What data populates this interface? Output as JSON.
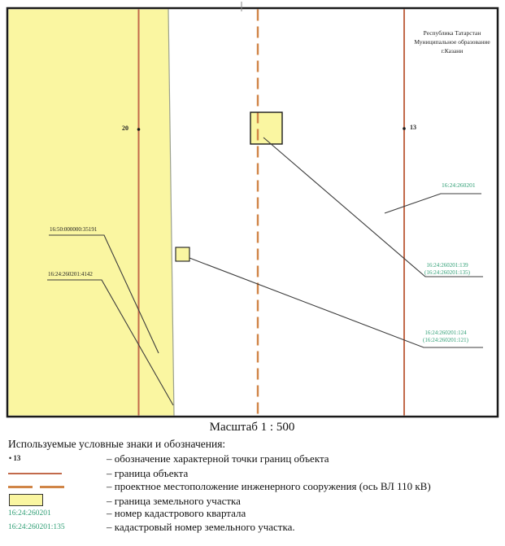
{
  "map": {
    "header": {
      "line1": "Республика Татарстан",
      "line2": "Муниципальное образование",
      "line3": "г.Казани"
    },
    "points": {
      "left_label": "20",
      "right_label": "13"
    },
    "labels": {
      "black_parcel_1": "16:50:000000:35191",
      "black_parcel_2": "16:24:260201:4142",
      "quarter_number": "16:24:260201",
      "green_parcel_1_line1": "16:24:260201:139",
      "green_parcel_1_line2": "(16:24:260201:135)",
      "green_parcel_2_line1": "16:24:260201:124",
      "green_parcel_2_line2": "(16:24:260201:121)"
    }
  },
  "scale": {
    "text": "Масштаб 1 : 500"
  },
  "legend": {
    "heading": "Используемые условные знаки и обозначения:",
    "rows": [
      {
        "symbol": "• 13",
        "symbol_type": "point-number",
        "text": "– обозначение характерной точки границ объекта"
      },
      {
        "symbol": "",
        "symbol_type": "solid-orange-line",
        "text": "– граница объекта"
      },
      {
        "symbol": "",
        "symbol_type": "dashed-orange-line",
        "text": "– проектное местоположение инженерного сооружения (ось ВЛ 110 кВ)"
      },
      {
        "symbol": "",
        "symbol_type": "yellow-parcel-swatch",
        "text": "– граница земельного участка"
      },
      {
        "symbol": "16:24:260201",
        "symbol_type": "green-number",
        "text": "– номер кадастрового квартала"
      },
      {
        "symbol": "16:24:260201:135",
        "symbol_type": "green-number",
        "text": "– кадастровый номер земельного участка."
      }
    ]
  },
  "colors": {
    "object_boundary": "#C26A4B",
    "powerline_axis": "#D08547",
    "parcel_fill": "#FAF6A1",
    "cadastral_green": "#2E9E74"
  }
}
